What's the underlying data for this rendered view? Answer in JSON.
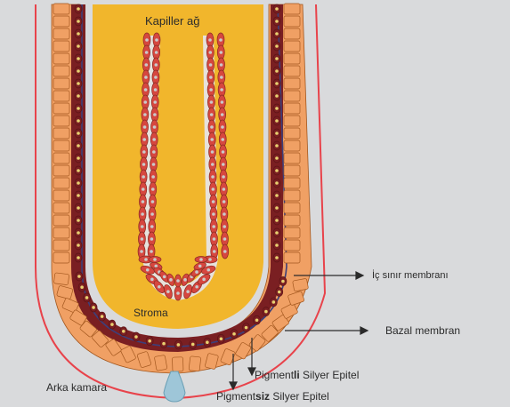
{
  "labels": {
    "capillary": "Kapiller ağ",
    "stroma": "Stroma",
    "inner_membrane": "İç sınır membranı",
    "basal_membrane": "Bazal membran",
    "pigmented_prefix": "Pigment",
    "pigmented_bold": "li",
    "pigmented_suffix": " Silyer Epitel",
    "nonpigmented_prefix": "Pigment",
    "nonpigmented_bold": "siz",
    "nonpigmented_suffix": " Silyer Epitel",
    "posterior_chamber": "Arka kamara"
  },
  "colors": {
    "background": "#d9dadc",
    "stroma": "#f1b62c",
    "outer_border": "#e8434b",
    "pigmented_cells": "#7a1f22",
    "nonpigmented_cells": "#f0a064",
    "cell_outline": "#a3571e",
    "membrane": "#3c3f7a",
    "capillary": "#d6473f",
    "lumen": "#e7e2dc",
    "aqueous_drop": "#9ec6d8",
    "arrow": "#2b2b2b"
  }
}
